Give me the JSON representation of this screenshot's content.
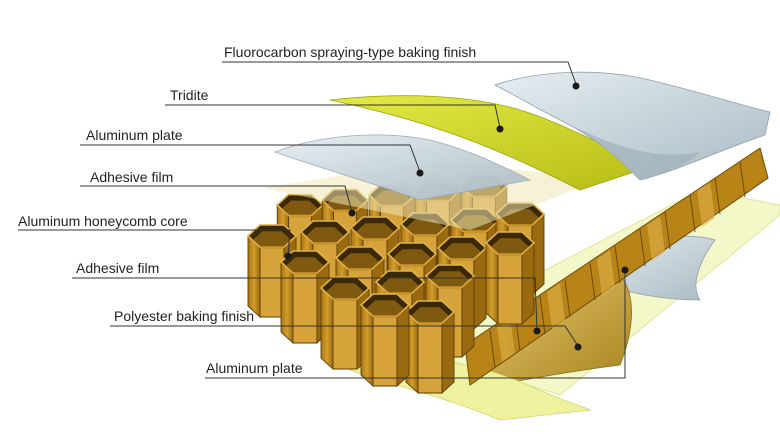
{
  "diagram": {
    "labels": [
      {
        "id": "fluoro",
        "text": "Fluorocarbon spraying-type baking finish"
      },
      {
        "id": "tridite",
        "text": "Tridite"
      },
      {
        "id": "alplate-top",
        "text": "Aluminum plate"
      },
      {
        "id": "adhesive-top",
        "text": "Adhesive film"
      },
      {
        "id": "core",
        "text": "Aluminum honeycomb core"
      },
      {
        "id": "adhesive-bottom",
        "text": "Adhesive film"
      },
      {
        "id": "polyester",
        "text": "Polyester baking finish"
      },
      {
        "id": "alplate-bottom",
        "text": "Aluminum plate"
      }
    ]
  },
  "colors": {
    "silver_sheet": "#c9d6dd",
    "silver_shadow": "#a9bac3",
    "tridite_yellow": "#d6dc2e",
    "tridite_shadow": "#b7bd1c",
    "cream_adhesive": "#f2f5c4",
    "honeycomb_face": "#c7921f",
    "honeycomb_dark": "#8a5f0d",
    "honeycomb_light": "#e0b44a",
    "polyester_gold": "#c9a43a"
  }
}
